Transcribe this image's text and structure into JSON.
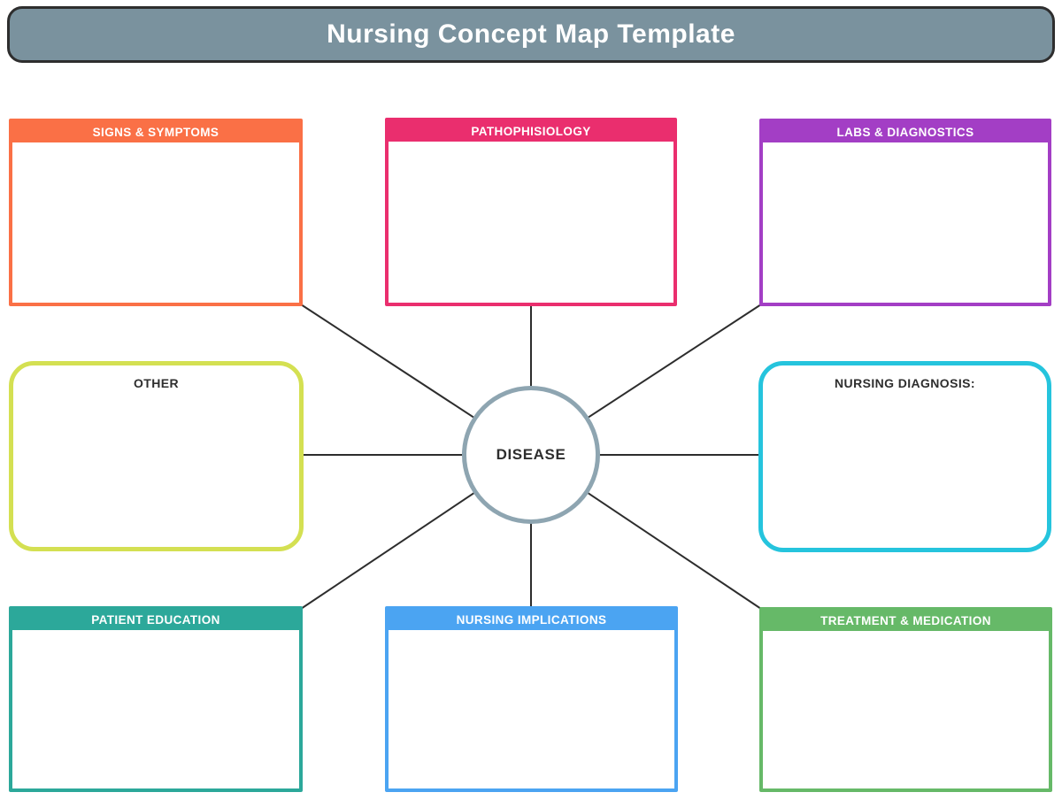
{
  "header": {
    "title": "Nursing Concept Map Template",
    "background_color": "#7a929e",
    "border_color": "#2e2e2e",
    "text_color": "#ffffff"
  },
  "center": {
    "label": "DISEASE",
    "border_color": "#8ea5b1",
    "fill_color": "#ffffff",
    "text_color": "#2e2e2e"
  },
  "connectors": {
    "color": "#2d2d2d",
    "count": 8
  },
  "boxes": [
    {
      "id": "signs-symptoms",
      "label": "SIGNS & SYMPTOMS",
      "color": "#fa7046"
    },
    {
      "id": "pathophisiology",
      "label": "PATHOPHISIOLOGY",
      "color": "#ea2e6e"
    },
    {
      "id": "labs-diagnostics",
      "label": "LABS & DIAGNOSTICS",
      "color": "#a33ec5"
    },
    {
      "id": "other",
      "label": "OTHER",
      "color": "#d4e052"
    },
    {
      "id": "nursing-diagnosis",
      "label": "NURSING DIAGNOSIS:",
      "color": "#25c4dd"
    },
    {
      "id": "patient-education",
      "label": "PATIENT EDUCATION",
      "color": "#2ca89a"
    },
    {
      "id": "nursing-implications",
      "label": "NURSING IMPLICATIONS",
      "color": "#4ba4f2"
    },
    {
      "id": "treatment-medication",
      "label": "TREATMENT & MEDICATION",
      "color": "#66b968"
    }
  ]
}
